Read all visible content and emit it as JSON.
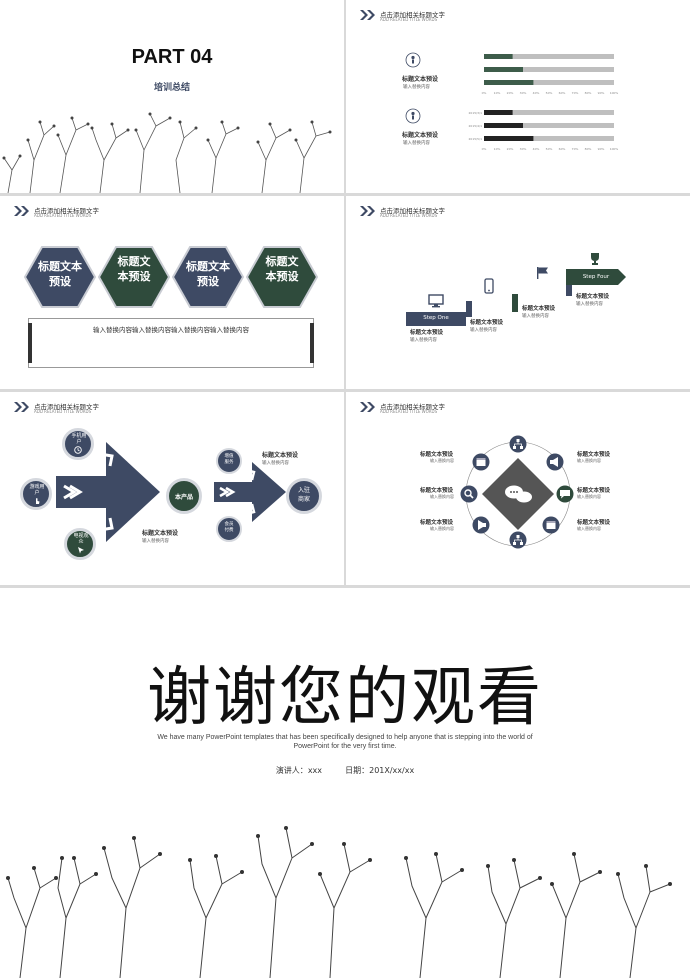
{
  "header": {
    "title": "点击添加相关标题文字",
    "subtitle": "ADD RELATED TITLE WORDS"
  },
  "slide1": {
    "part": "PART 04",
    "section": "培训总结"
  },
  "slide2": {
    "title_label": "标题文本预设",
    "sub_label": "输入替换内容",
    "tick_labels": [
      "0%",
      "10%",
      "20%",
      "30%",
      "40%",
      "50%",
      "60%",
      "70%",
      "80%",
      "90%",
      "100%"
    ],
    "chart_data": [
      {
        "type": "bar",
        "categories": [
          "",
          "",
          ""
        ],
        "series": [
          {
            "values": [
              22,
              30,
              38
            ]
          }
        ],
        "xlim": [
          0,
          100
        ]
      },
      {
        "type": "bar",
        "categories": [
          "2015/3/1",
          "2015/4/1",
          "2015/5/1"
        ],
        "series": [
          {
            "values": [
              22,
              30,
              38
            ]
          }
        ],
        "xlim": [
          0,
          100
        ]
      }
    ],
    "colors": {
      "bar_top": "#3d5c4a",
      "bar_bottom": "#222222",
      "track": "#bfbfbf"
    }
  },
  "slide3": {
    "hexes": [
      "标题文本预设",
      "标题文本预设",
      "标题文本预设",
      "标题文本预设"
    ],
    "body": "输入替换内容输入替换内容输入替换内容输入替换内容",
    "colors": {
      "navy": "#3e4a64",
      "green": "#2f4b3c"
    }
  },
  "slide4": {
    "steps": [
      {
        "label": "Step One",
        "title": "标题文本预设",
        "sub": "输入替换内容",
        "icon": "monitor-icon"
      },
      {
        "label": "",
        "title": "标题文本预设",
        "sub": "输入替换内容",
        "icon": "phone-icon"
      },
      {
        "label": "",
        "title": "标题文本预设",
        "sub": "输入替换内容",
        "icon": "flag-icon"
      },
      {
        "label": "Step Four",
        "title": "标题文本预设",
        "sub": "输入替换内容",
        "icon": "trophy-icon"
      }
    ]
  },
  "slide5": {
    "left_circles": [
      "手机用户",
      "游戏用户",
      "电视观众"
    ],
    "center": "本产品",
    "right_circles": [
      "增值服务",
      "会员付费"
    ],
    "end": "入驻商家",
    "title_top": "标题文本预设",
    "sub_top": "输入替换内容",
    "title_bottom": "标题文本预设",
    "sub_bottom": "输入替换内容"
  },
  "slide6": {
    "items_left": [
      {
        "title": "标题文本预设",
        "sub": "输入替换内容"
      },
      {
        "title": "标题文本预设",
        "sub": "输入替换内容"
      },
      {
        "title": "标题文本预设",
        "sub": "输入替换内容"
      }
    ],
    "items_right": [
      {
        "title": "标题文本预设",
        "sub": "输入替换内容"
      },
      {
        "title": "标题文本预设",
        "sub": "输入替换内容"
      },
      {
        "title": "标题文本预设",
        "sub": "输入替换内容"
      }
    ]
  },
  "slide7": {
    "title": "谢谢您的观看",
    "desc1": "We have many PowerPoint templates that has been specifically designed to help anyone that is stepping into the world of",
    "desc2": "PowerPoint for the very first time.",
    "presenter_label": "演讲人：",
    "presenter": "xxx",
    "date_label": "日期：",
    "date": "201X/xx/xx"
  }
}
